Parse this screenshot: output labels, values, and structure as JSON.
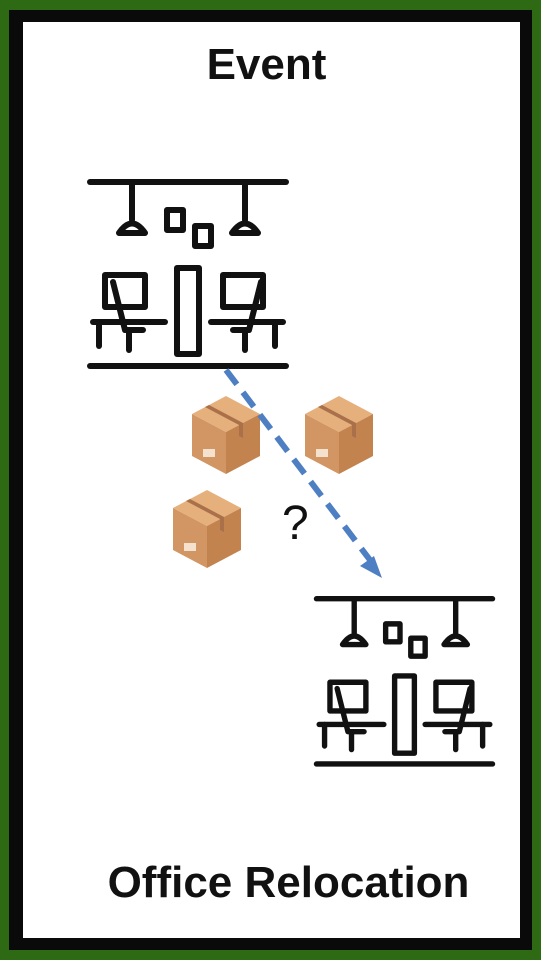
{
  "header": {
    "title": "Event"
  },
  "footer": {
    "caption": "Office Relocation"
  },
  "diagram": {
    "source_office_icon": "office-workspace-icon",
    "target_office_icon": "office-workspace-icon",
    "box_icon": "cardboard-box-icon",
    "box_count": 3,
    "connector_label": "?",
    "colors": {
      "frame_outer": "#2e6a14",
      "frame_inner": "#0a0a0a",
      "arrow": "#4f7fc3",
      "box_main": "#d9a06b",
      "box_tape": "#a9704a"
    }
  }
}
